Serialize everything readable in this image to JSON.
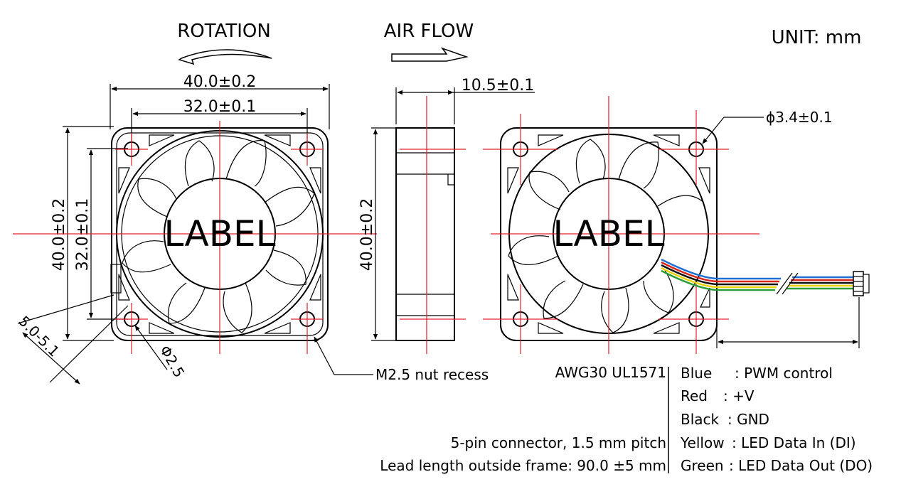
{
  "header": {
    "rotation": "ROTATION",
    "air_flow": "AIR  FLOW",
    "unit": "UNIT:  mm"
  },
  "front_view": {
    "width_dim": "40.0±0.2",
    "hole_pitch_h": "32.0±0.1",
    "height_dim": "40.0±0.2",
    "hole_pitch_v": "32.0±0.1",
    "label": "LABEL",
    "slot_dim": "5.0-5.1",
    "hole_dia": "Φ2.5"
  },
  "side_view": {
    "thickness_dim": "10.5±0.1",
    "height_dim": "40.0±0.2",
    "nut_recess": "M2.5 nut recess"
  },
  "back_view": {
    "label": "LABEL",
    "hole_dia": "ϕ3.4±0.1"
  },
  "wire_spec": "AWG30 UL1571",
  "wires": [
    {
      "name": "Blue",
      "function": ": PWM control",
      "color": "#1f6fd1"
    },
    {
      "name": "Red",
      "function": ": +V",
      "color": "#d9261c"
    },
    {
      "name": "Black",
      "function": ": GND",
      "color": "#111111"
    },
    {
      "name": "Yellow",
      "function": ": LED Data In (DI)",
      "color": "#e8d20f"
    },
    {
      "name": "Green",
      "function": ": LED Data Out (DO)",
      "color": "#2a9d3a"
    }
  ],
  "connector_note": "5-pin connector, 1.5 mm pitch",
  "lead_note": "Lead length outside frame: 90.0 ±5 mm"
}
